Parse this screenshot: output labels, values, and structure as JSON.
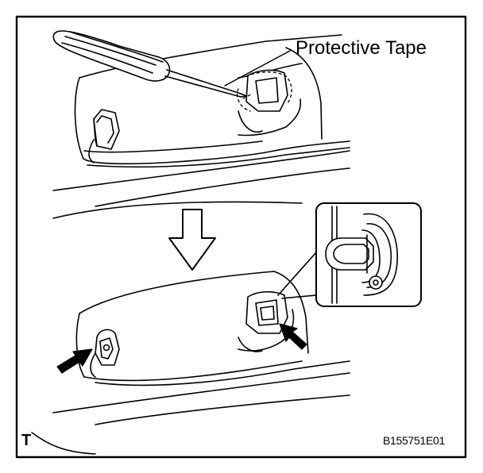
{
  "callout": {
    "label": "Protective Tape"
  },
  "corner_mark": "T",
  "figure_id": "B155751E01",
  "icons": {
    "tool": "screwdriver-icon",
    "flow": "down-arrow-icon",
    "pointer": "solid-arrow-icon"
  },
  "colors": {
    "line": "#000000",
    "background": "#ffffff"
  }
}
